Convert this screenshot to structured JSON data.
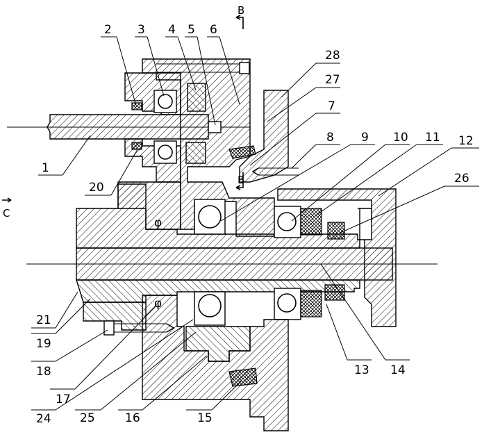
{
  "drawing": {
    "section_marks": {
      "b_top": "B",
      "b_mid": "B",
      "c_left": "C"
    },
    "callouts": [
      {
        "id": "1",
        "text": "1"
      },
      {
        "id": "2",
        "text": "2"
      },
      {
        "id": "3",
        "text": "3"
      },
      {
        "id": "4",
        "text": "4"
      },
      {
        "id": "5",
        "text": "5"
      },
      {
        "id": "6",
        "text": "6"
      },
      {
        "id": "7",
        "text": "7"
      },
      {
        "id": "8",
        "text": "8"
      },
      {
        "id": "9",
        "text": "9"
      },
      {
        "id": "10",
        "text": "10"
      },
      {
        "id": "11",
        "text": "11"
      },
      {
        "id": "12",
        "text": "12"
      },
      {
        "id": "13",
        "text": "13"
      },
      {
        "id": "14",
        "text": "14"
      },
      {
        "id": "15",
        "text": "15"
      },
      {
        "id": "16",
        "text": "16"
      },
      {
        "id": "17",
        "text": "17"
      },
      {
        "id": "18",
        "text": "18"
      },
      {
        "id": "19",
        "text": "19"
      },
      {
        "id": "20",
        "text": "20"
      },
      {
        "id": "21",
        "text": "21"
      },
      {
        "id": "24",
        "text": "24"
      },
      {
        "id": "25",
        "text": "25"
      },
      {
        "id": "26",
        "text": "26"
      },
      {
        "id": "27",
        "text": "27"
      },
      {
        "id": "28",
        "text": "28"
      }
    ],
    "phi_marks": [
      "φ",
      "φ"
    ]
  }
}
